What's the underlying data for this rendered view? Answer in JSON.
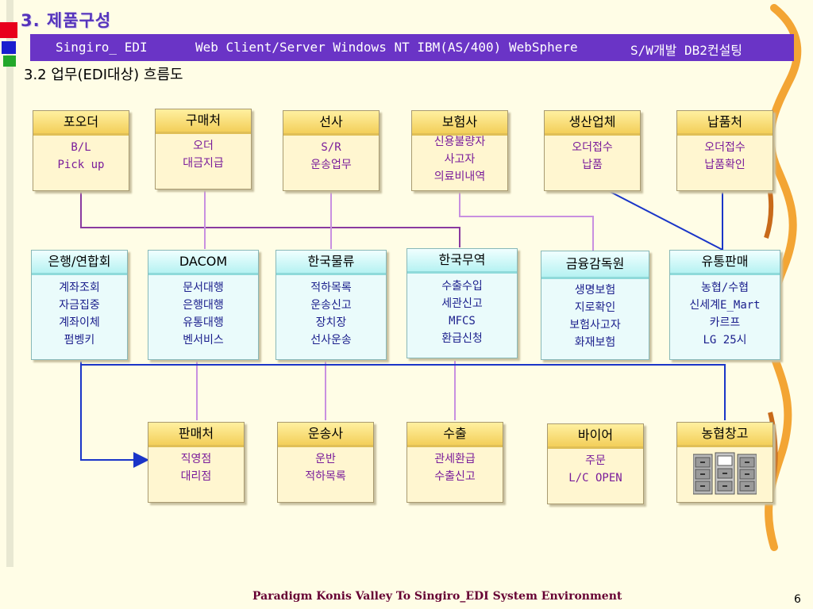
{
  "slide": {
    "title": "3. 제품구성",
    "banner": {
      "product": "Singiro_ EDI",
      "platform": "Web Client/Server Windows NT IBM(AS/400) WebSphere",
      "dev": "S/W개발 DB2컨설팅"
    },
    "subtitle": "3.2 업무(EDI대상) 흐름도",
    "footer": "Paradigm Konis Valley To Singiro_EDI System Environment",
    "page_number": "6"
  },
  "nodes": {
    "po": {
      "title": "포오더",
      "lines": [
        "B/L",
        "Pick up"
      ]
    },
    "buyer_org": {
      "title": "구매처",
      "lines": [
        "오더",
        "대금지급"
      ]
    },
    "shipping": {
      "title": "선사",
      "lines": [
        "S/R",
        "운송업무"
      ]
    },
    "insurance": {
      "title": "보험사",
      "lines": [
        "신용불량자",
        "사고자",
        "의료비내역"
      ]
    },
    "manufacturer": {
      "title": "생산업체",
      "lines": [
        "오더접수",
        "납품"
      ]
    },
    "supplier": {
      "title": "납품처",
      "lines": [
        "오더접수",
        "납품확인"
      ]
    },
    "bank": {
      "title": "은행/연합회",
      "lines": [
        "계좌조회",
        "자금집중",
        "계좌이체",
        "펌벵키"
      ]
    },
    "dacom": {
      "title": "DACOM",
      "lines": [
        "문서대행",
        "은행대행",
        "유통대행",
        "벤서비스"
      ]
    },
    "korea_logistics": {
      "title": "한국물류",
      "lines": [
        "적하목록",
        "운송신고",
        "장치장",
        "선사운송"
      ]
    },
    "korea_trade": {
      "title": "한국무역",
      "lines": [
        "수출수입",
        "세관신고",
        "MFCS",
        "환급신청"
      ]
    },
    "fss": {
      "title": "금융감독원",
      "lines": [
        "생명보험",
        "지로확인",
        "보험사고자",
        "화재보험"
      ]
    },
    "distribution": {
      "title": "유통판매",
      "lines": [
        "농협/수협",
        "신세계E_Mart",
        "카르프",
        "LG 25시"
      ]
    },
    "seller": {
      "title": "판매처",
      "lines": [
        "직영점",
        "대리점"
      ]
    },
    "carrier": {
      "title": "운송사",
      "lines": [
        "운반",
        "적하목록"
      ]
    },
    "export": {
      "title": "수출",
      "lines": [
        "관세환급",
        "수출신고"
      ]
    },
    "buyer": {
      "title": "바이어",
      "lines": [
        "주문",
        "L/C OPEN"
      ]
    },
    "warehouse": {
      "title": "농협창고",
      "lines": [],
      "icon": "file-cabinet-icon"
    }
  },
  "colors": {
    "accent": "#6a34c6",
    "title": "#5533bb",
    "footer": "#660033",
    "line_purple": "#8a3aa0",
    "line_blue": "#1a35c8",
    "line_lilac": "#c890e0"
  }
}
